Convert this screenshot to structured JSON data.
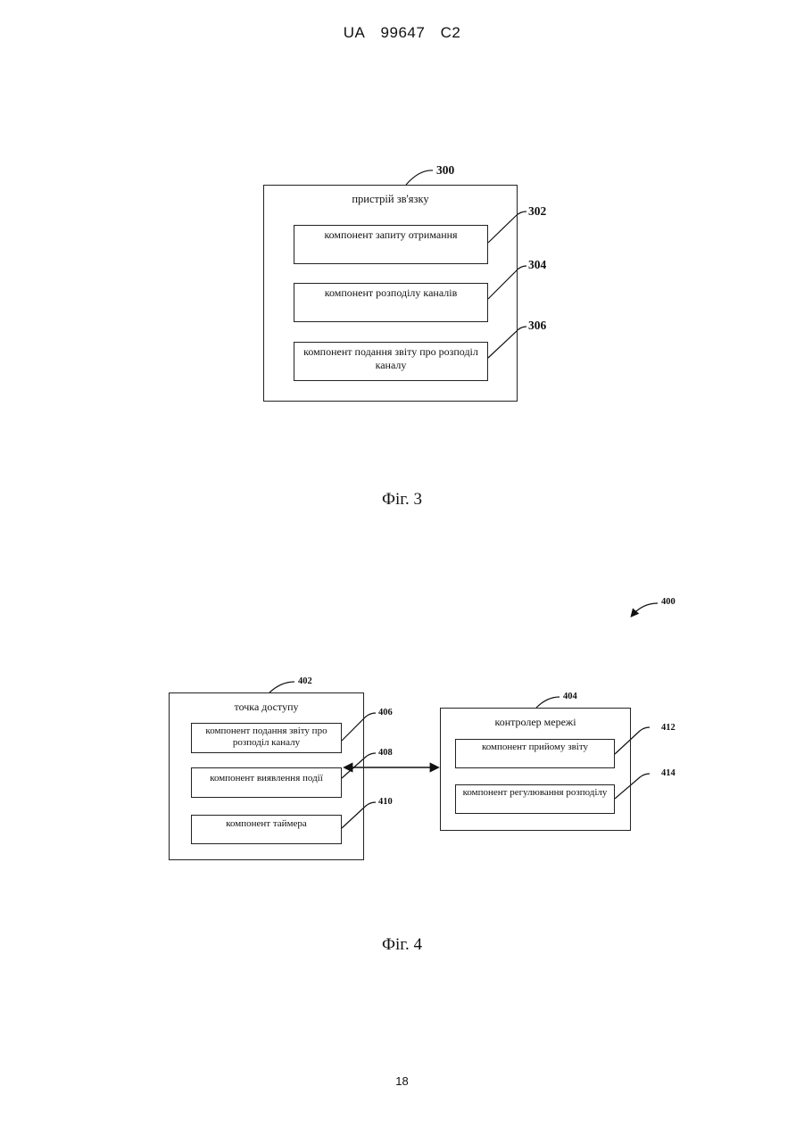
{
  "header": {
    "country": "UA",
    "number": "99647",
    "kind": "C2"
  },
  "page_number": "18",
  "fig3": {
    "caption": "Фіг. 3",
    "device": {
      "ref": "300",
      "title": "пристрій зв'язку"
    },
    "components": [
      {
        "ref": "302",
        "label": "компонент запиту отримання"
      },
      {
        "ref": "304",
        "label": "компонент розподілу каналів"
      },
      {
        "ref": "306",
        "label": "компонент подання звіту про розподіл каналу"
      }
    ]
  },
  "fig4": {
    "caption": "Фіг. 4",
    "system_ref": "400",
    "access_point": {
      "ref": "402",
      "title": "точка доступу"
    },
    "ap_components": [
      {
        "ref": "406",
        "label": "компонент подання звіту про розподіл каналу"
      },
      {
        "ref": "408",
        "label": "компонент виявлення події"
      },
      {
        "ref": "410",
        "label": "компонент таймера"
      }
    ],
    "network_controller": {
      "ref": "404",
      "title": "контролер мережі"
    },
    "nc_components": [
      {
        "ref": "412",
        "label": "компонент прийому звіту"
      },
      {
        "ref": "414",
        "label": "компонент регулювання розподілу"
      }
    ]
  }
}
